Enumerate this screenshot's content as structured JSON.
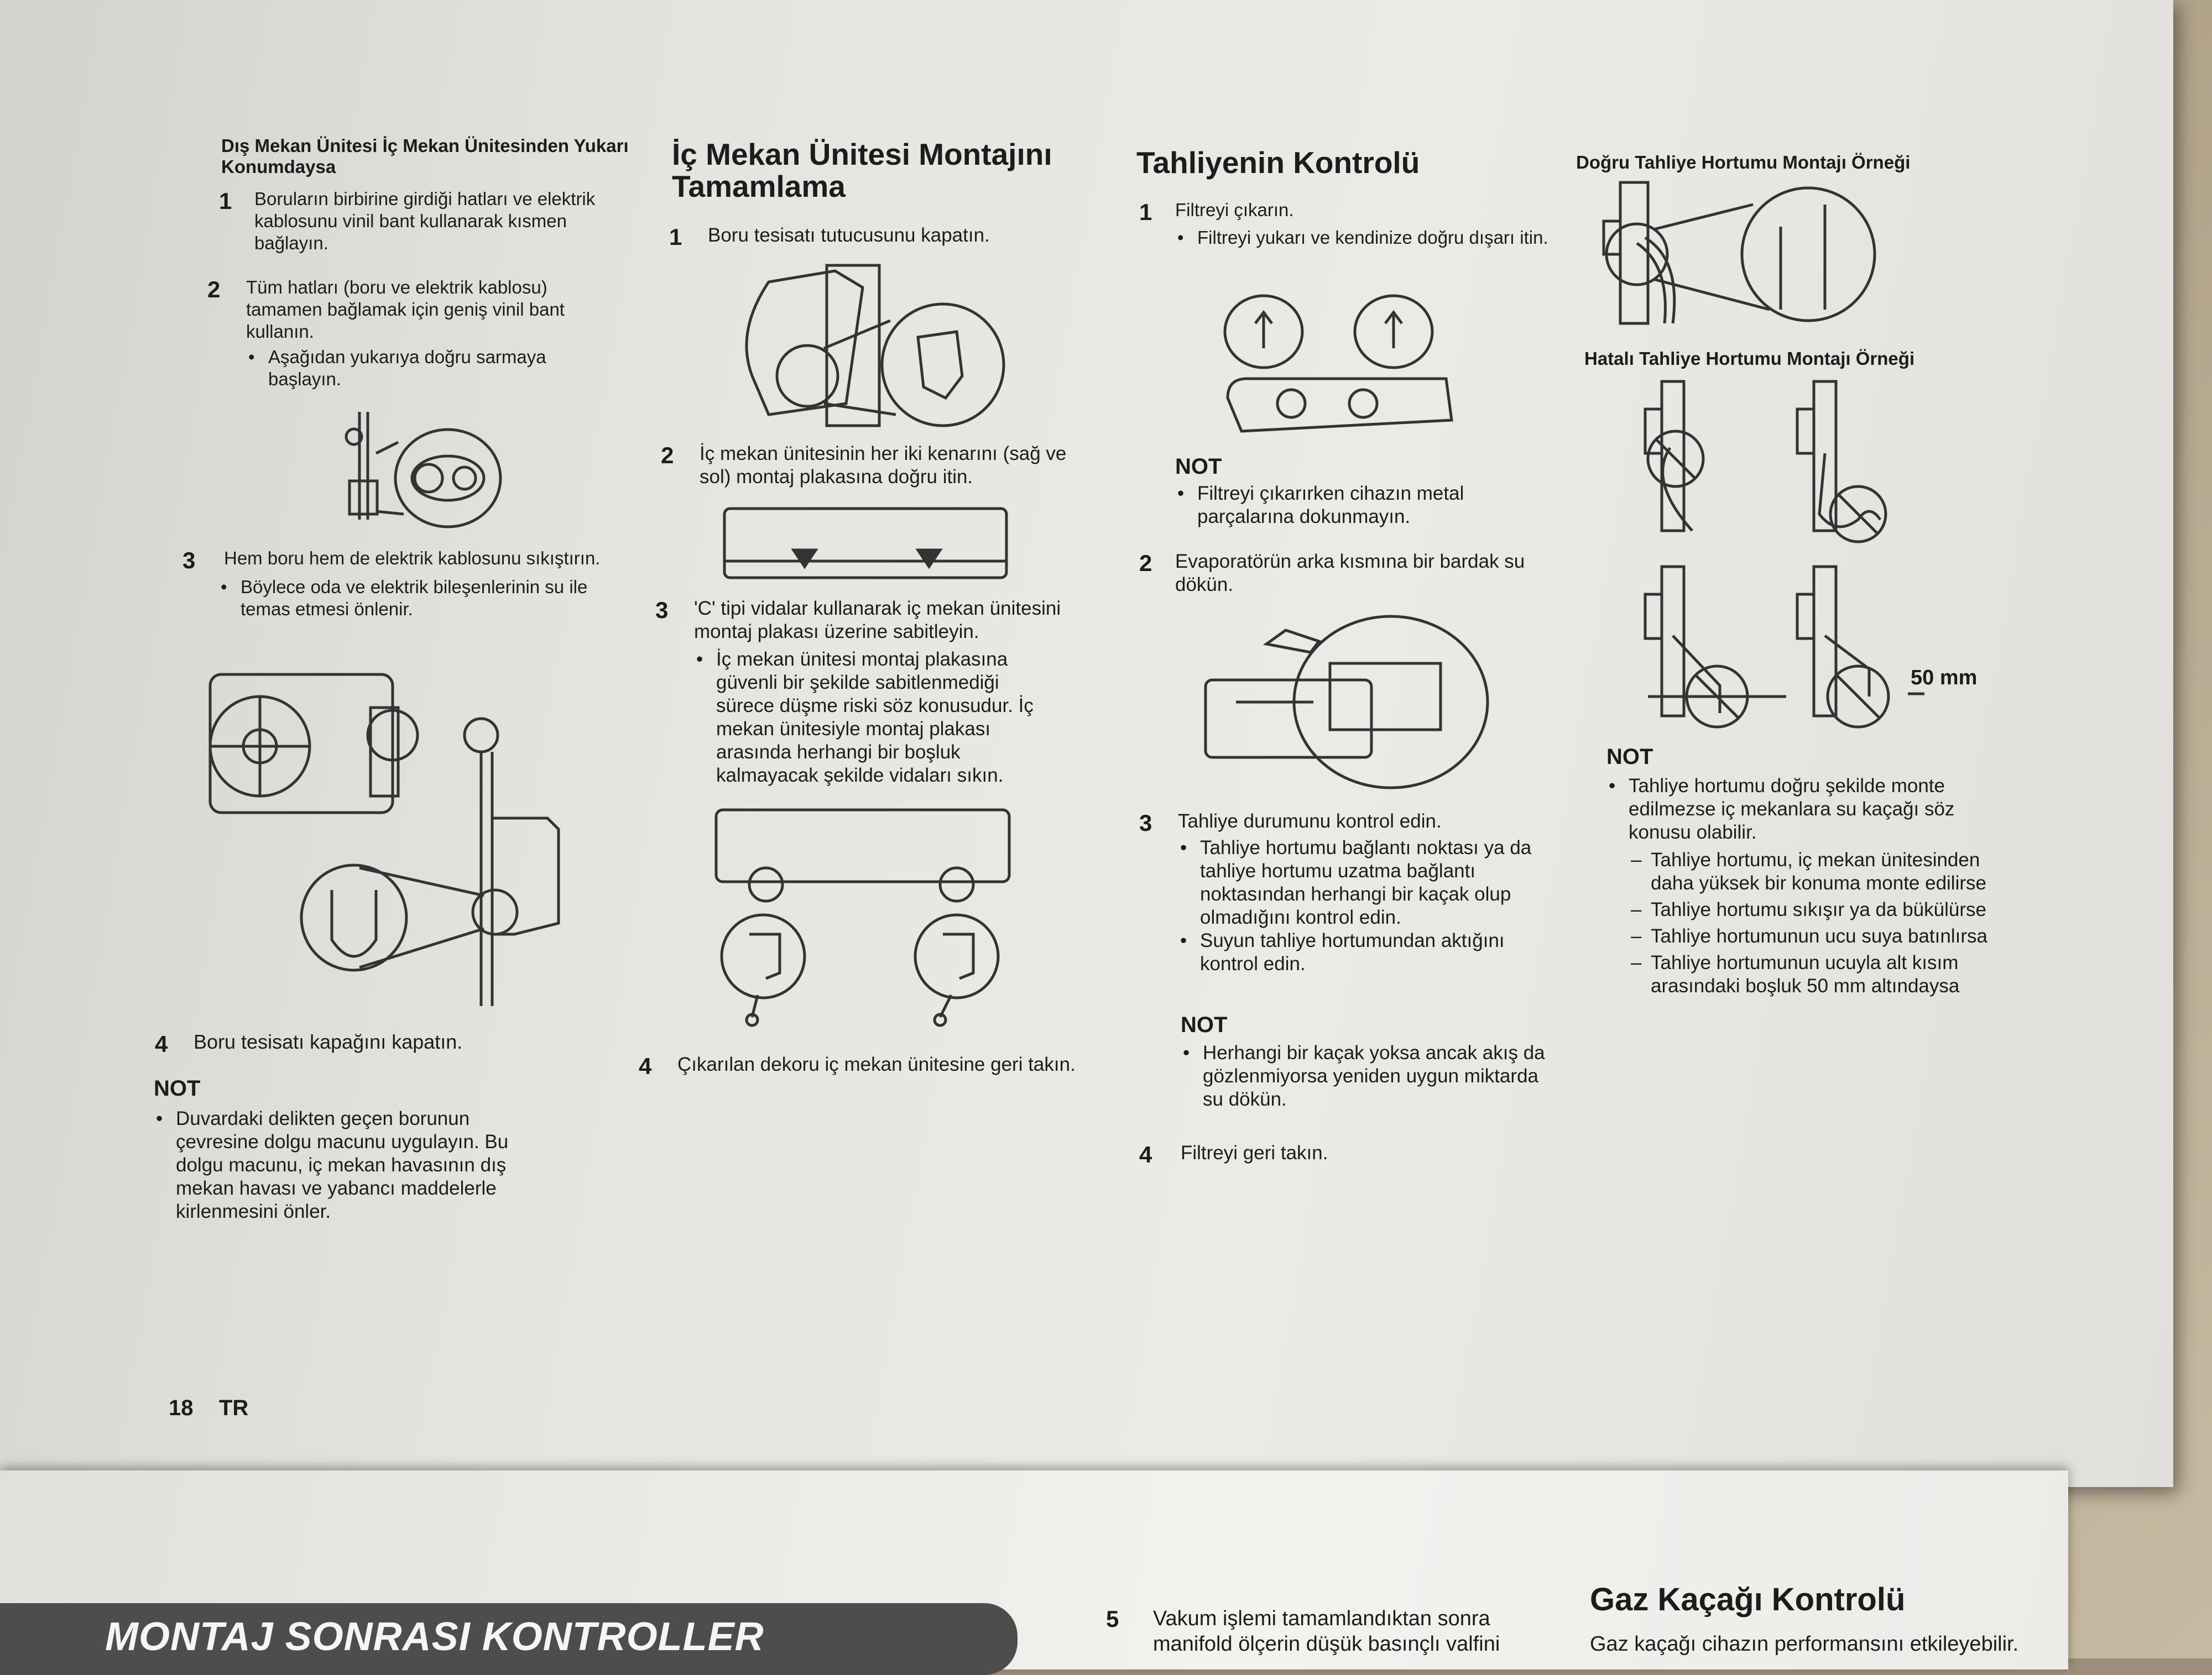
{
  "page_number": "18",
  "lang": "TR",
  "col1": {
    "heading": "Dış Mekan Ünitesi İç Mekan Ünitesinden Yukarı Konumdaysa",
    "s1": "Boruların birbirine girdiği hatları ve elektrik kablosunu vinil bant kullanarak kısmen bağlayın.",
    "s2": "Tüm hatları (boru ve elektrik kablosu) tamamen bağlamak için geniş vinil bant kullanın.",
    "s2b": "Aşağıdan yukarıya doğru sarmaya başlayın.",
    "s3": "Hem boru hem de elektrik kablosunu sıkıştırın.",
    "s3b": "Böylece oda ve elektrik bileşenlerinin su ile temas etmesi önlenir.",
    "s4": "Boru tesisatı kapağını kapatın.",
    "not": "NOT",
    "notb": "Duvardaki delikten geçen borunun çevresine dolgu macunu uygulayın. Bu dolgu macunu, iç mekan havasının dış mekan havası ve yabancı maddelerle kirlenmesini önler."
  },
  "col2": {
    "title": "İç Mekan Ünitesi Montajını Tamamlama",
    "s1": "Boru tesisatı tutucusunu kapatın.",
    "s2": "İç mekan ünitesinin her iki kenarını (sağ ve sol) montaj plakasına doğru itin.",
    "s3": "'C' tipi vidalar kullanarak iç mekan ünitesini montaj plakası üzerine sabitleyin.",
    "s3b": "İç mekan ünitesi montaj plakasına güvenli bir şekilde sabitlenmediği sürece düşme riski söz konusudur. İç mekan ünitesiyle montaj plakası arasında herhangi bir boşluk kalmayacak şekilde vidaları sıkın.",
    "s4": "Çıkarılan dekoru iç mekan ünitesine geri takın."
  },
  "col3": {
    "title": "Tahliyenin Kontrolü",
    "s1": "Filtreyi çıkarın.",
    "s1b": "Filtreyi yukarı ve kendinize doğru dışarı itin.",
    "not1": "NOT",
    "not1b": "Filtreyi çıkarırken cihazın metal parçalarına dokunmayın.",
    "s2": "Evaporatörün arka kısmına bir bardak su dökün.",
    "s3": "Tahliye durumunu kontrol edin.",
    "s3b1": "Tahliye hortumu bağlantı noktası ya da tahliye hortumu uzatma bağlantı noktasından herhangi bir kaçak olup olmadığını kontrol edin.",
    "s3b2": "Suyun tahliye hortumundan aktığını kontrol edin.",
    "not2": "NOT",
    "not2b": "Herhangi bir kaçak yoksa ancak akış da gözlenmiyorsa yeniden uygun miktarda su dökün.",
    "s4": "Filtreyi geri takın."
  },
  "col4": {
    "h1": "Doğru Tahliye Hortumu Montajı Örneği",
    "h2": "Hatalı Tahliye Hortumu Montajı Örneği",
    "mm": "50 mm",
    "not": "NOT",
    "notb": "Tahliye hortumu doğru şekilde monte edilmezse iç mekanlara su kaçağı söz konusu olabilir.",
    "d1": "Tahliye hortumu, iç mekan ünitesinden daha yüksek bir konuma monte edilirse",
    "d2": "Tahliye hortumu sıkışır ya da bükülürse",
    "d3": "Tahliye hortumunun ucu suya batınlırsa",
    "d4": "Tahliye hortumunun ucuyla alt kısım arasındaki boşluk 50 mm altındaysa"
  },
  "bottom": {
    "banner": "MONTAJ SONRASI KONTROLLER",
    "s5": "Vakum işlemi tamamlandıktan sonra manifold ölçerin düşük basınçlı valfini",
    "gas": "Gaz Kaçağı Kontrolü",
    "gas_text": "Gaz kaçağı cihazın performansını etkileyebilir."
  }
}
